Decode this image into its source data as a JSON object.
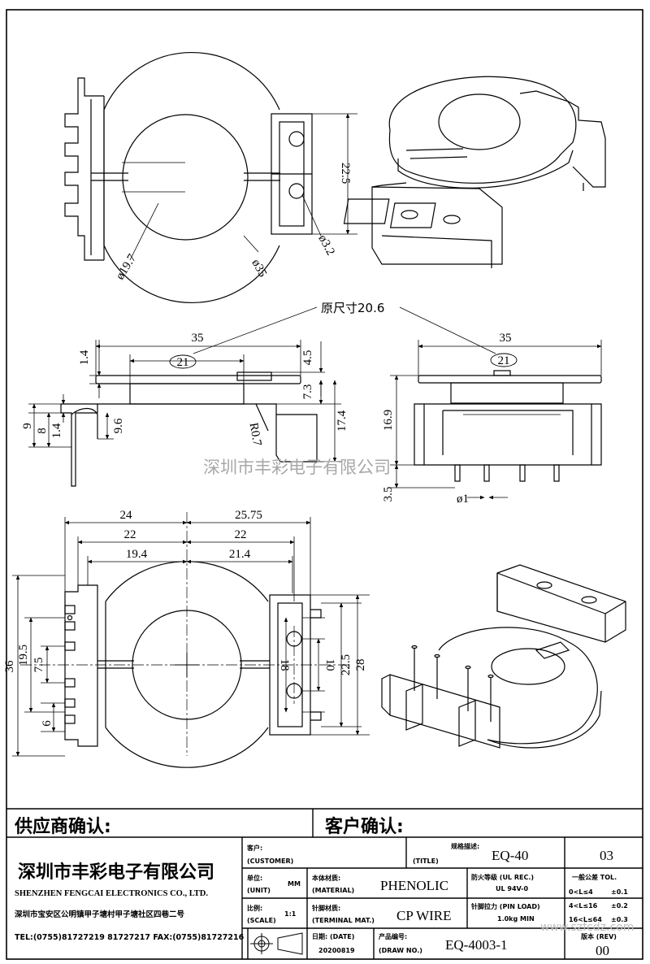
{
  "dims": {
    "top_d197": "ø19.7",
    "top_d35": "ø35",
    "top_225": "22.5",
    "top_d32": "ø3.2",
    "orig_size": "原尺寸20.6",
    "side_35": "35",
    "side_21": "21",
    "side_14": "1.4",
    "side_45": "4.5",
    "side_73": "7.3",
    "side_174": "17.4",
    "side_9": "9",
    "side_8": "8",
    "side_14b": "1.4",
    "side_96": "9.6",
    "side_r07": "R0.7",
    "front_35": "35",
    "front_21": "21",
    "front_169": "16.9",
    "front_35b": "3.5",
    "front_d1": "ø1",
    "bot_24": "24",
    "bot_2575": "25.75",
    "bot_22a": "22",
    "bot_22b": "22",
    "bot_194": "19.4",
    "bot_214": "21.4",
    "bot_36": "36",
    "bot_195": "19.5",
    "bot_75": "7.5",
    "bot_6": "6",
    "bot_18": "18",
    "bot_10": "10",
    "bot_225": "22.5",
    "bot_28": "28"
  },
  "watermark": "深圳市丰彩电子有限公司",
  "titleblock": {
    "supplier_confirm": "供应商确认:",
    "customer_confirm": "客户确认:",
    "company_cn": "深圳市丰彩电子有限公司",
    "company_en": "SHENZHEN FENGCAI ELECTRONICS CO., LTD.",
    "address": "深圳市宝安区公明镇甲子塘村甲子塘社区四巷二号",
    "phone": "TEL:(0755)81727219  81727217   FAX:(0755)81727216",
    "customer_label": "客户:",
    "customer_label_en": "(CUSTOMER)",
    "spec_label": "规格描述:",
    "title_label": "(TITLE)",
    "title_value": "EQ-40",
    "sheet_no": "03",
    "unit_label": "单位:",
    "unit_label_en": "(UNIT)",
    "unit_value": "MM",
    "material_label": "本体材质:",
    "material_label_en": "(MATERIAL)",
    "material_value": "PHENOLIC",
    "fire_label": "防火等级 (UL REC.)",
    "fire_value": "UL 94V-0",
    "tol_label": "一般公差 TOL.",
    "tol1_range": "0<L≤4",
    "tol1_value": "±0.1",
    "tol2_range": "4<L≤16",
    "tol2_value": "±0.2",
    "tol3_range": "16<L≤64",
    "tol3_value": "±0.3",
    "scale_label": "比例:",
    "scale_label_en": "(SCALE)",
    "scale_value": "1:1",
    "terminal_label": "针脚材质:",
    "terminal_label_en": "(TERMINAL MAT.)",
    "terminal_value": "CP WIRE",
    "pin_load_label": "针脚拉力 (PIN LOAD)",
    "pin_load_value": "1.0kg MIN",
    "date_label": "日期: (DATE)",
    "date_value": "20200819",
    "drawno_label": "产品编号:",
    "drawno_label_en": "(DRAW NO.)",
    "drawno_value": "EQ-4003-1",
    "rev_label": "版本 (REV)",
    "rev_value": "00",
    "corner_wm": "www.szfcdz.com"
  }
}
